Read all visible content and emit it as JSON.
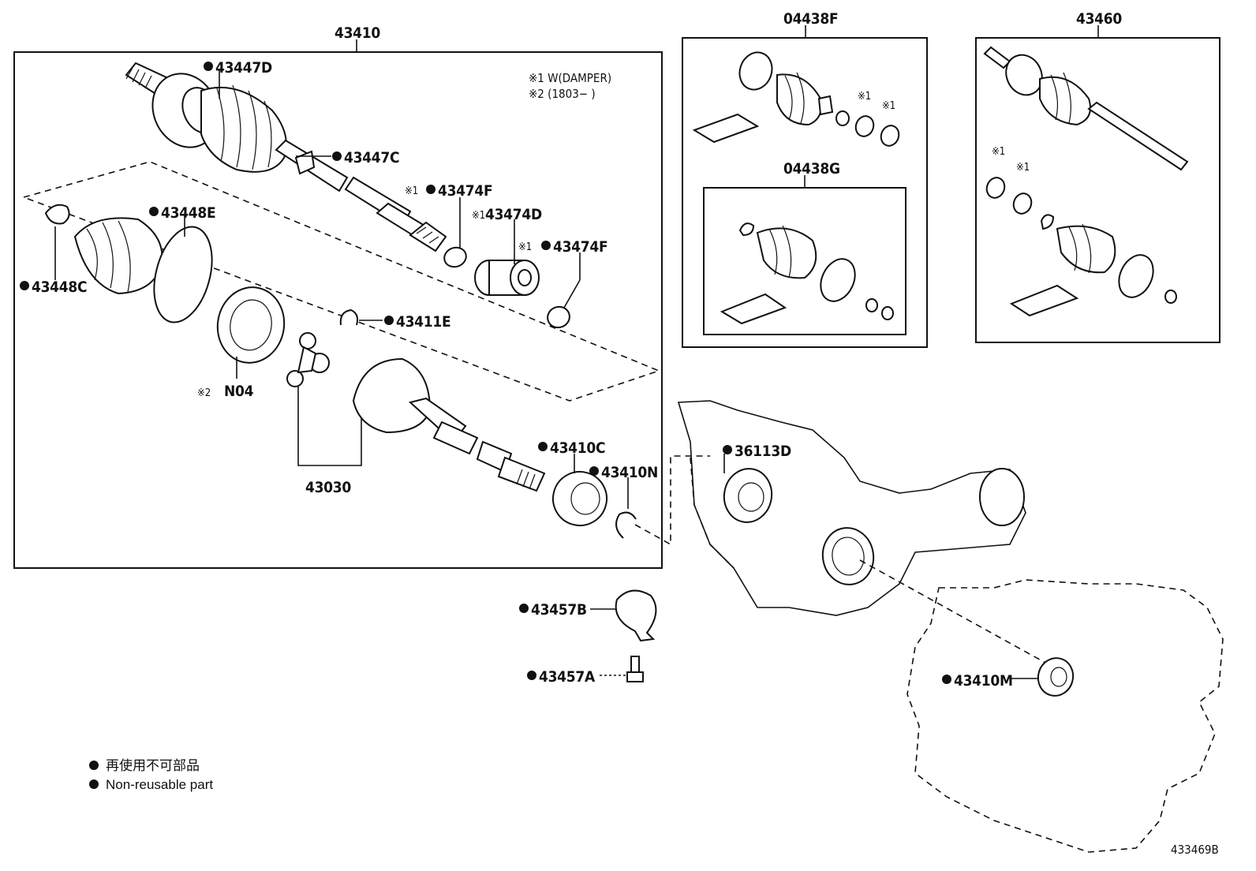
{
  "diagram": {
    "ref_code": "433469B",
    "notes": {
      "n1": "※1 W(DAMPER)",
      "n2": "※2 (1803−      )"
    },
    "legend": {
      "jp": "再使用不可部品",
      "en": "Non-reusable part"
    },
    "groups": {
      "main": "43410",
      "kit_f": "04438F",
      "kit_g": "04438G",
      "right_shaft": "43460",
      "tripod": "43030"
    },
    "parts": {
      "p43447D": "43447D",
      "p43447C": "43447C",
      "p43474F_a": "43474F",
      "p43474D": "43474D",
      "p43474F_b": "43474F",
      "p43448E": "43448E",
      "p43448C": "43448C",
      "p43411E": "43411E",
      "pN04": "N04",
      "p43410C": "43410C",
      "p43410N": "43410N",
      "p36113D": "36113D",
      "p43457B": "43457B",
      "p43457A": "43457A",
      "p43410M": "43410M"
    },
    "marks": {
      "star1": "※1",
      "star2": "※2"
    }
  }
}
